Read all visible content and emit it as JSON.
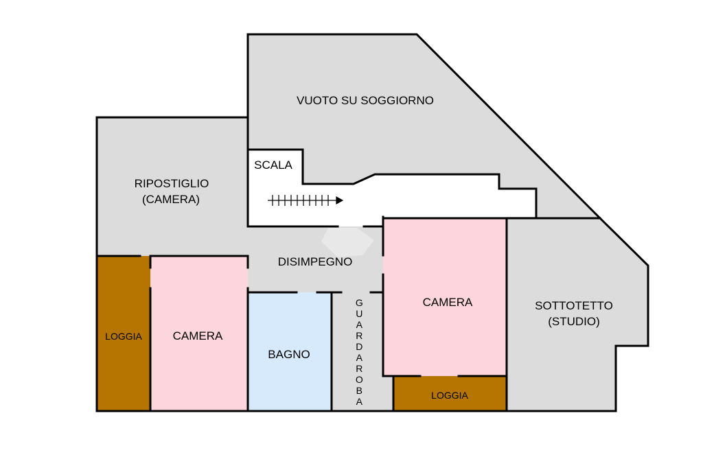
{
  "colors": {
    "wall": "#000000",
    "service_grey": "#dcdcdc",
    "bedroom_pink": "#fdd5dd",
    "bathroom_blue": "#d6eafb",
    "loggia_brown": "#b57500",
    "stair_white": "#ffffff"
  },
  "rooms": {
    "vuoto": "VUOTO SU SOGGIORNO",
    "scala": "SCALA",
    "ripostiglio_1": "RIPOSTIGLIO",
    "ripostiglio_2": "(CAMERA)",
    "disimpegno": "DISIMPEGNO",
    "loggia_left": "LOGGIA",
    "camera_left": "CAMERA",
    "bagno": "BAGNO",
    "guardaroba": "GUARDAROBA",
    "camera_right": "CAMERA",
    "loggia_bottom": "LOGGIA",
    "sottotetto_1": "SOTTOTETTO",
    "sottotetto_2": "(STUDIO)"
  }
}
